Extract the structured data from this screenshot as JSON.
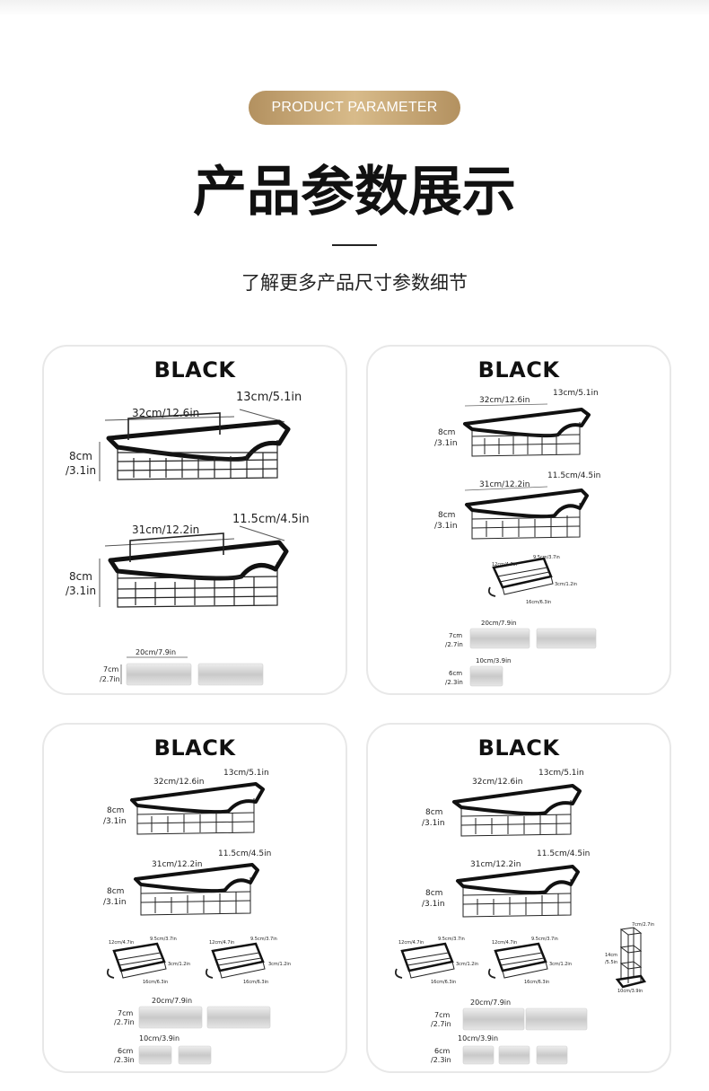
{
  "header": {
    "badge": "PRODUCT PARAMETER",
    "title": "产品参数展示",
    "subtitle": "了解更多产品尺寸参数细节"
  },
  "colors": {
    "badge_gold": "#c9a775",
    "rack_black": "#111111",
    "card_border": "#e8e8e8"
  },
  "cards": [
    {
      "title": "BLACK",
      "large_basket": {
        "length": "32cm/12.6in",
        "width": "13cm/5.1in",
        "height_cm": "8cm",
        "height_in": "/3.1in"
      },
      "small_basket": {
        "length": "31cm/12.2in",
        "width": "11.5cm/4.5in",
        "height_cm": "8cm",
        "height_in": "/3.1in"
      },
      "long_strip": {
        "width": "20cm/7.9in",
        "height_cm": "7cm",
        "height_in": "/2.7in"
      }
    },
    {
      "title": "BLACK",
      "large_basket": {
        "length": "32cm/12.6in",
        "width": "13cm/5.1in",
        "height_cm": "8cm",
        "height_in": "/3.1in"
      },
      "small_basket": {
        "length": "31cm/12.2in",
        "width": "11.5cm/4.5in",
        "height_cm": "8cm",
        "height_in": "/3.1in"
      },
      "soap_dish": {
        "width": "12cm/4.7in",
        "depth": "9.5cm/3.7in",
        "height": "3cm/1.2in",
        "length": "16cm/6.3in"
      },
      "long_strip": {
        "width": "20cm/7.9in",
        "height_cm": "7cm",
        "height_in": "/2.7in"
      },
      "short_strip": {
        "width": "10cm/3.9in",
        "height_cm": "6cm",
        "height_in": "/2.3in"
      }
    },
    {
      "title": "BLACK",
      "large_basket": {
        "length": "32cm/12.6in",
        "width": "13cm/5.1in",
        "height_cm": "8cm",
        "height_in": "/3.1in"
      },
      "small_basket": {
        "length": "31cm/12.2in",
        "width": "11.5cm/4.5in",
        "height_cm": "8cm",
        "height_in": "/3.1in"
      },
      "soap_dish": {
        "width": "12cm/4.7in",
        "depth": "9.5cm/3.7in",
        "height": "3cm/1.2in",
        "length": "16cm/6.3in"
      },
      "long_strip": {
        "width": "20cm/7.9in",
        "height_cm": "7cm",
        "height_in": "/2.7in"
      },
      "short_strip": {
        "width": "10cm/3.9in",
        "height_cm": "6cm",
        "height_in": "/2.3in"
      }
    },
    {
      "title": "BLACK",
      "large_basket": {
        "length": "32cm/12.6in",
        "width": "13cm/5.1in",
        "height_cm": "8cm",
        "height_in": "/3.1in"
      },
      "small_basket": {
        "length": "31cm/12.2in",
        "width": "11.5cm/4.5in",
        "height_cm": "8cm",
        "height_in": "/3.1in"
      },
      "soap_dish": {
        "width": "12cm/4.7in",
        "depth": "9.5cm/3.7in",
        "height": "3cm/1.2in",
        "length": "16cm/6.3in"
      },
      "holder": {
        "height": "14cm",
        "height_in": "/5.5in",
        "top": "7cm/2.7in",
        "bottom": "10cm/3.9in"
      },
      "long_strip": {
        "width": "20cm/7.9in",
        "height_cm": "7cm",
        "height_in": "/2.7in"
      },
      "short_strip": {
        "width": "10cm/3.9in",
        "height_cm": "6cm",
        "height_in": "/2.3in"
      }
    }
  ]
}
